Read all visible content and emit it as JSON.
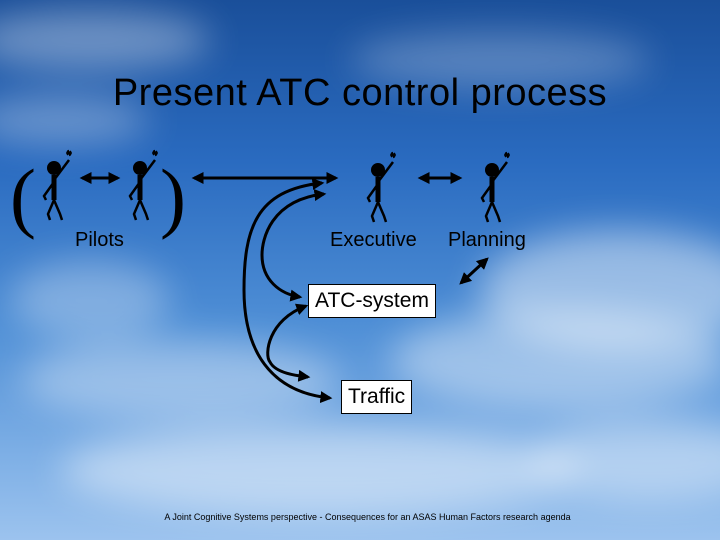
{
  "title": "Present ATC control process",
  "labels": {
    "pilots": "Pilots",
    "executive": "Executive",
    "planning": "Planning"
  },
  "boxes": {
    "atc_system": "ATC-system",
    "traffic": "Traffic"
  },
  "paren_open": "(",
  "paren_close": ")",
  "footer": "A Joint Cognitive Systems perspective - Consequences for an ASAS Human Factors research agenda"
}
